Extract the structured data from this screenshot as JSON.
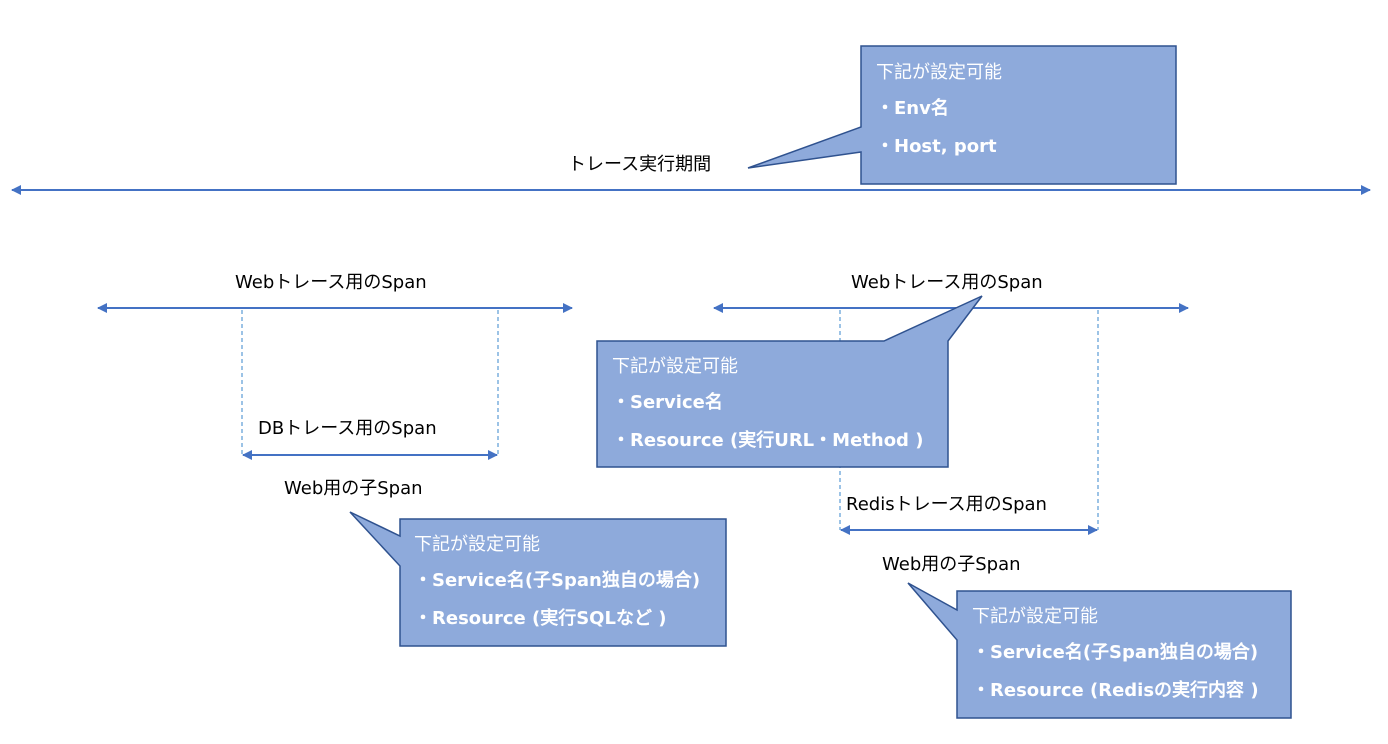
{
  "colors": {
    "arrow": "#4472c4",
    "callout_fill": "#8eaadb",
    "callout_border": "#2f528f",
    "callout_text": "#ffffff",
    "label_text": "#000000"
  },
  "trace": {
    "label": "トレース実行期間",
    "callout": {
      "title": "下記が設定可能",
      "items": [
        "・Env名",
        "・Host, port"
      ]
    }
  },
  "web_left": {
    "label": "Webトレース用のSpan"
  },
  "web_right": {
    "label": "Webトレース用のSpan",
    "callout": {
      "title": "下記が設定可能",
      "items": [
        "・Service名",
        "・Resource (実行URL・Method )"
      ]
    }
  },
  "db_span": {
    "label": "DBトレース用のSpan",
    "sublabel": "Web用の子Span",
    "callout": {
      "title": "下記が設定可能",
      "items": [
        "・Service名(子Span独自の場合)",
        "・Resource (実行SQLなど )"
      ]
    }
  },
  "redis_span": {
    "label": "Redisトレース用のSpan",
    "sublabel": "Web用の子Span",
    "callout": {
      "title": "下記が設定可能",
      "items": [
        "・Service名(子Span独自の場合)",
        "・Resource (Redisの実行内容 )"
      ]
    }
  }
}
